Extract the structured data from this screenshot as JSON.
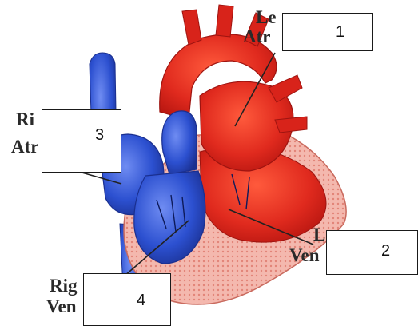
{
  "labels": {
    "left_atrium": [
      "Le",
      "Atr"
    ],
    "left_ventricle": [
      "L",
      "Ven"
    ],
    "right_atrium": [
      "Ri",
      "Atr"
    ],
    "right_ventricle": [
      "Rig",
      "Ven"
    ]
  },
  "boxes": {
    "box1": "1",
    "box2": "2",
    "box3": "3",
    "box4": "4"
  },
  "colors": {
    "oxygenated": "#d9241c",
    "deoxygenated": "#2a4fc9",
    "muscle": "#f2b0a8",
    "leader_line": "#222222"
  }
}
